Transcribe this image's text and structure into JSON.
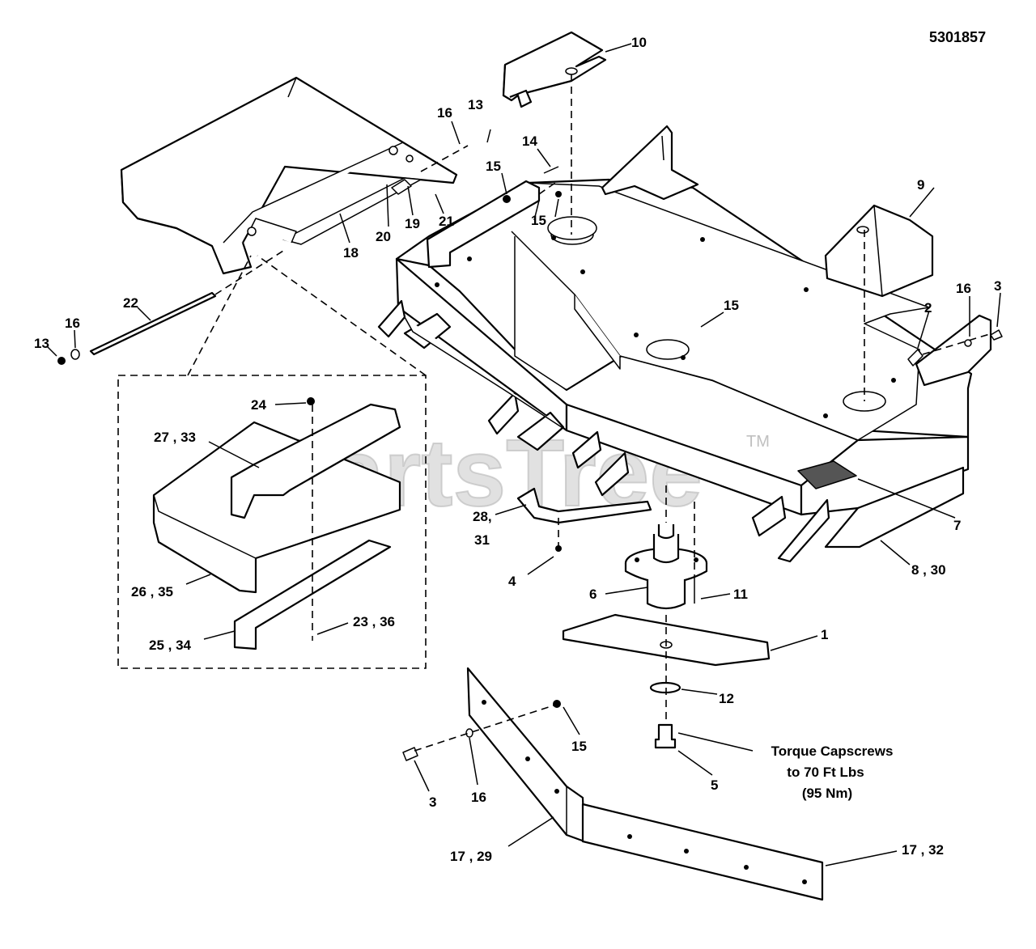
{
  "drawing_number": "5301857",
  "watermark": {
    "text": "PartsTree",
    "tm": "TM"
  },
  "torque_note": {
    "line1": "Torque Capscrews",
    "line2": "to 70 Ft Lbs",
    "line3": "(95 Nm)"
  },
  "callouts": {
    "c1": "1",
    "c2": "2",
    "c3_right": "3",
    "c3_bottom": "3",
    "c4": "4",
    "c5": "5",
    "c6": "6",
    "c7": "7",
    "c8_30": "8 , 30",
    "c9": "9",
    "c10": "10",
    "c11": "11",
    "c12": "12",
    "c13_top": "13",
    "c13_left": "13",
    "c14": "14",
    "c15_a": "15",
    "c15_b": "15",
    "c15_c": "15",
    "c15_d": "15",
    "c16_top": "16",
    "c16_left": "16",
    "c16_right": "16",
    "c16_bottom": "16",
    "c17_29": "17 , 29",
    "c17_32": "17 , 32",
    "c18": "18",
    "c19": "19",
    "c20": "20",
    "c21": "21",
    "c22": "22",
    "c23_36": "23 , 36",
    "c24": "24",
    "c25_34": "25 , 34",
    "c26_35": "26 , 35",
    "c27_33": "27 , 33",
    "c28_31_a": "28,",
    "c28_31_b": "31"
  }
}
